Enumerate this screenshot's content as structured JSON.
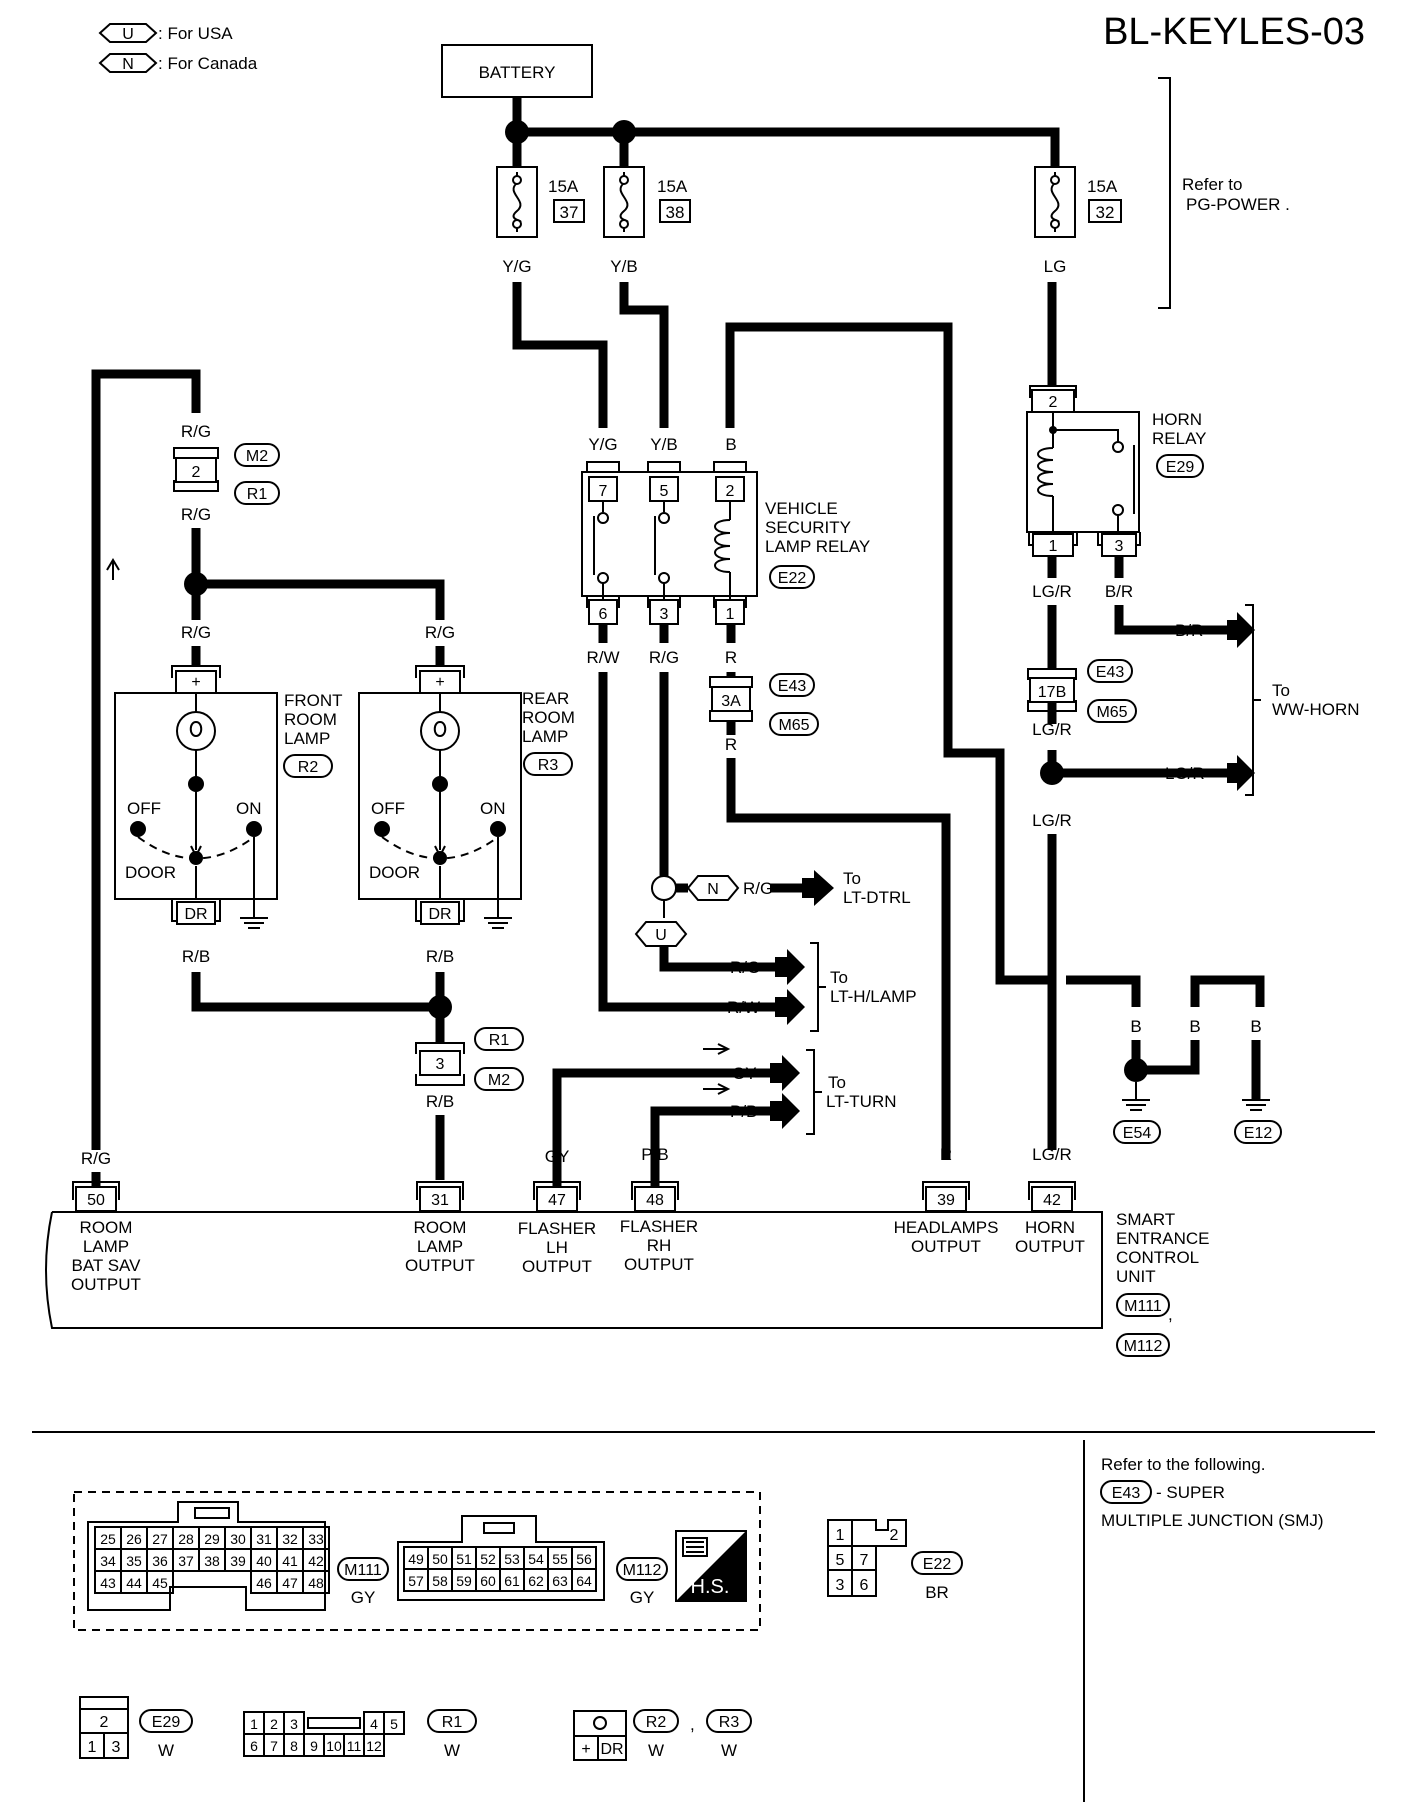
{
  "title": "BL-KEYLES-03",
  "legend": {
    "usa_symbol": "U",
    "usa_text": ": For USA",
    "canada_symbol": "N",
    "canada_text": ": For Canada"
  },
  "battery": "BATTERY",
  "fuses": [
    {
      "rating": "15A",
      "number": "37",
      "wire": "Y/G"
    },
    {
      "rating": "15A",
      "number": "38",
      "wire": "Y/B"
    },
    {
      "rating": "15A",
      "number": "32",
      "wire": "LG"
    }
  ],
  "power_ref": [
    "Refer to",
    "PG-POWER ."
  ],
  "vehicle_security_relay": {
    "name": [
      "VEHICLE",
      "SECURITY",
      "LAMP RELAY"
    ],
    "connector": "E22",
    "top_pins": [
      "7",
      "5",
      "2"
    ],
    "bottom_pins": [
      "6",
      "3",
      "1"
    ],
    "top_wires": [
      "Y/G",
      "Y/B",
      "B"
    ],
    "bottom_wires": [
      "R/W",
      "R/G",
      "R"
    ]
  },
  "horn_relay": {
    "name": [
      "HORN",
      "RELAY"
    ],
    "connector": "E29",
    "top_pin": "2",
    "bottom_pins": [
      "1",
      "3"
    ],
    "bottom_wires": [
      "LG/R",
      "B/R"
    ]
  },
  "ww_horn": {
    "wire_br": "B/R",
    "wire_lgr": "LG/R",
    "dest": [
      "To",
      "WW-HORN"
    ]
  },
  "joint_17b": {
    "pin": "17B",
    "connectors": [
      "E43",
      "M65"
    ],
    "wire_top": "LG/R",
    "wire_bottom": "LG/R",
    "wire_lower": "LG/R"
  },
  "joint_3a": {
    "pin": "3A",
    "connectors": [
      "E43",
      "M65"
    ],
    "wire": "R"
  },
  "joint_m2": {
    "pin": "2",
    "connectors": [
      "M2",
      "R1"
    ],
    "wire_top": "R/G",
    "wire_bottom": "R/G"
  },
  "joint_r1": {
    "pin": "3",
    "connectors": [
      "R1",
      "M2"
    ],
    "wire": "R/B"
  },
  "front_lamp": {
    "name": [
      "FRONT",
      "ROOM",
      "LAMP"
    ],
    "connector": "R2",
    "plus": "+",
    "dr": "DR",
    "off": "OFF",
    "on": "ON",
    "door": "DOOR",
    "wire_top": "R/G",
    "wire_bottom": "R/B"
  },
  "rear_lamp": {
    "name": [
      "REAR",
      "ROOM",
      "LAMP"
    ],
    "connector": "R3",
    "plus": "+",
    "dr": "DR",
    "off": "OFF",
    "on": "ON",
    "door": "DOOR",
    "wire_top": "R/G",
    "wire_bottom": "R/B"
  },
  "lt_dtrl": {
    "symbol": "N",
    "wire": "R/G",
    "dest": [
      "To",
      "LT-DTRL"
    ]
  },
  "lt_hlamp": {
    "symbol": "U",
    "wire_rg": "R/G",
    "wire_rw": "R/W",
    "dest": [
      "To",
      "LT-H/LAMP"
    ]
  },
  "lt_turn": {
    "wire_gy": "GY",
    "wire_pb": "P/B",
    "dest": [
      "To",
      "LT-TURN"
    ]
  },
  "grounds": {
    "wire": "B",
    "e54": "E54",
    "e12": "E12"
  },
  "secu": {
    "name": [
      "SMART",
      "ENTRANCE",
      "CONTROL",
      "UNIT"
    ],
    "connectors": [
      "M111",
      "M112"
    ],
    "comma": ",",
    "terminals": [
      {
        "pin": "50",
        "wire": "R/G",
        "label": [
          "ROOM",
          "LAMP",
          "BAT SAV",
          "OUTPUT"
        ]
      },
      {
        "pin": "31",
        "wire": "R/B",
        "label": [
          "ROOM",
          "LAMP",
          "OUTPUT"
        ]
      },
      {
        "pin": "47",
        "wire": "GY",
        "label": [
          "FLASHER",
          "LH",
          "OUTPUT"
        ]
      },
      {
        "pin": "48",
        "wire": "P/B",
        "label": [
          "FLASHER",
          "RH",
          "OUTPUT"
        ]
      },
      {
        "pin": "39",
        "wire": "R",
        "label": [
          "HEADLAMPS",
          "OUTPUT"
        ]
      },
      {
        "pin": "42",
        "wire": "LG/R",
        "label": [
          "HORN",
          "OUTPUT"
        ]
      }
    ]
  },
  "refer_following": {
    "line1": "Refer to the following.",
    "connector": "E43",
    "line2": "- SUPER",
    "line3": "MULTIPLE JUNCTION (SMJ)"
  },
  "connector_views": {
    "m111": {
      "id": "M111",
      "color": "GY",
      "rows": [
        [
          "25",
          "26",
          "27",
          "28",
          "29",
          "30",
          "31",
          "32",
          "33"
        ],
        [
          "34",
          "35",
          "36",
          "37",
          "38",
          "39",
          "40",
          "41",
          "42"
        ],
        [
          "43",
          "44",
          "45",
          "46",
          "47",
          "48"
        ]
      ]
    },
    "m112": {
      "id": "M112",
      "color": "GY",
      "rows": [
        [
          "49",
          "50",
          "51",
          "52",
          "53",
          "54",
          "55",
          "56"
        ],
        [
          "57",
          "58",
          "59",
          "60",
          "61",
          "62",
          "63",
          "64"
        ]
      ]
    },
    "hs": "H.S.",
    "e22": {
      "id": "E22",
      "color": "BR",
      "pins": [
        "1",
        "2",
        "5",
        "7",
        "3",
        "6"
      ]
    },
    "e29": {
      "id": "E29",
      "color": "W",
      "pins": [
        "2",
        "1",
        "3"
      ]
    },
    "r1": {
      "id": "R1",
      "color": "W",
      "rows": [
        [
          "1",
          "2",
          "3",
          "4",
          "5"
        ],
        [
          "6",
          "7",
          "8",
          "9",
          "10",
          "11",
          "12"
        ]
      ]
    },
    "r2r3": {
      "ids": [
        "R2",
        "R3"
      ],
      "colors": [
        "W",
        "W"
      ],
      "comma": ",",
      "pins": [
        "+",
        "DR"
      ]
    }
  }
}
